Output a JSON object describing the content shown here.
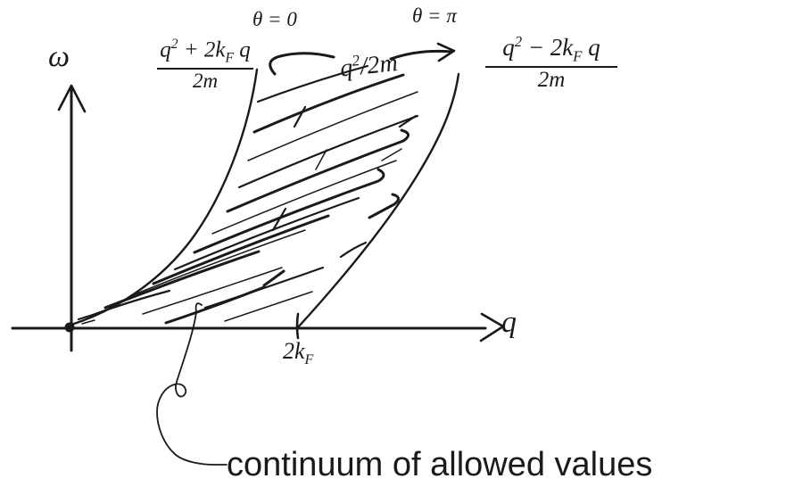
{
  "figure": {
    "colors": {
      "ink": "#1a1a1a",
      "bg": "#ffffff"
    },
    "y_axis_label": "ω",
    "x_axis_label": "q",
    "x_tick": {
      "base": "2k",
      "sub": "F"
    },
    "theta_left": "θ = 0",
    "theta_right": "θ = π",
    "frac_left": {
      "num_base": "q",
      "num_exp": "2",
      "num_op": " + 2k",
      "num_sub": "F",
      "num_var": " q",
      "den": "2m"
    },
    "frac_right": {
      "num_base": "q",
      "num_exp": "2",
      "num_op": " − 2k",
      "num_sub": "F",
      "num_var": " q",
      "den": "2m"
    },
    "mid_label": {
      "base": "q",
      "exp": "2",
      "rest": "/2m"
    },
    "caption": "continuum of allowed values"
  }
}
